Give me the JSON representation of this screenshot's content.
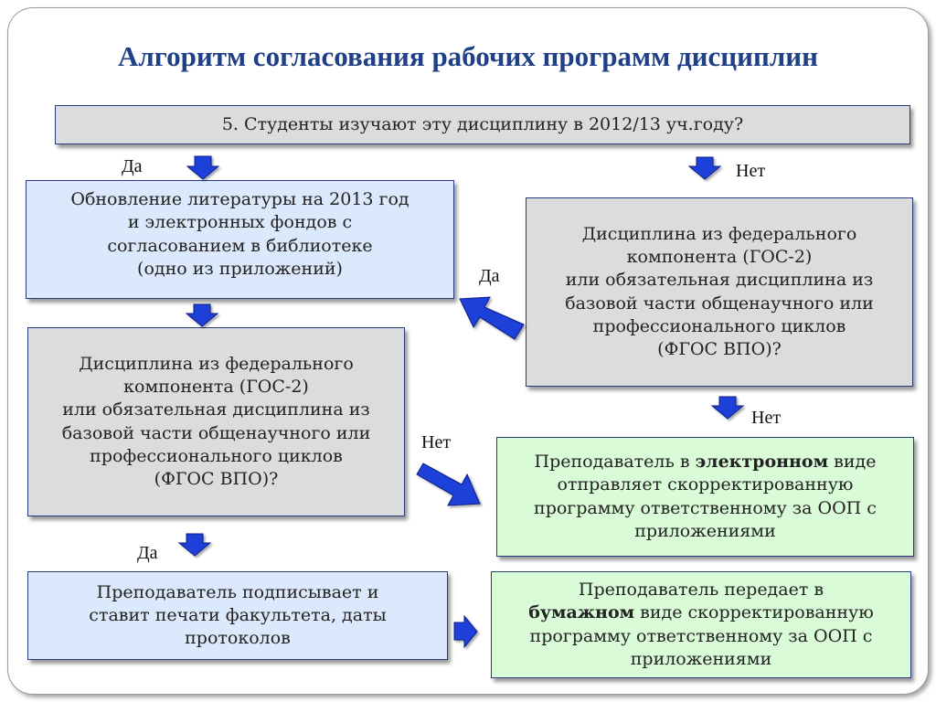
{
  "title": "Алгоритм согласования рабочих программ дисциплин",
  "question_5": "5. Студенты изучают эту дисциплину в 2012/13 уч.году?",
  "update_box": {
    "lines": [
      "Обновление литературы на 2013 год",
      "и электронных фондов с",
      "согласованием в библиотеке",
      "(одно из приложений)"
    ]
  },
  "federal_box_right": {
    "lines": [
      "Дисциплина из федерального",
      "компонента (ГОС-2)",
      "или обязательная дисциплина из",
      "базовой части общенаучного или",
      "профессионального циклов",
      "(ФГОС ВПО)?"
    ]
  },
  "federal_box_left": {
    "lines": [
      "Дисциплина из федерального",
      "компонента (ГОС-2)",
      "или обязательная дисциплина из",
      "базовой части общенаучного или",
      "профессионального циклов",
      "(ФГОС ВПО)?"
    ]
  },
  "electronic_box": {
    "pre": "Преподаватель в ",
    "bold": "электронном",
    "post": " виде",
    "lines": [
      "отправляет скорректированную",
      "программу ответственному за ООП с",
      "приложениями"
    ]
  },
  "sign_box": {
    "lines": [
      "Преподаватель подписывает и",
      "ставит печати факультета, даты",
      "протоколов"
    ]
  },
  "paper_box": {
    "line1": "Преподаватель передает в",
    "bold": "бумажном",
    "post": " виде скорректированную",
    "lines": [
      "программу ответственному за ООП с",
      "приложениями"
    ]
  },
  "labels": {
    "yes_top": "Да",
    "no_top": "Нет",
    "yes_middle": "Да",
    "no_right": "Нет",
    "no_left": "Нет",
    "yes_bottom": "Да"
  },
  "colors": {
    "title": "#1f3f86",
    "arrow": "#1f3fd8",
    "gray_box": "#dcdcdc",
    "blue_box": "#dce8fb",
    "green_box": "#d9fbd7"
  }
}
